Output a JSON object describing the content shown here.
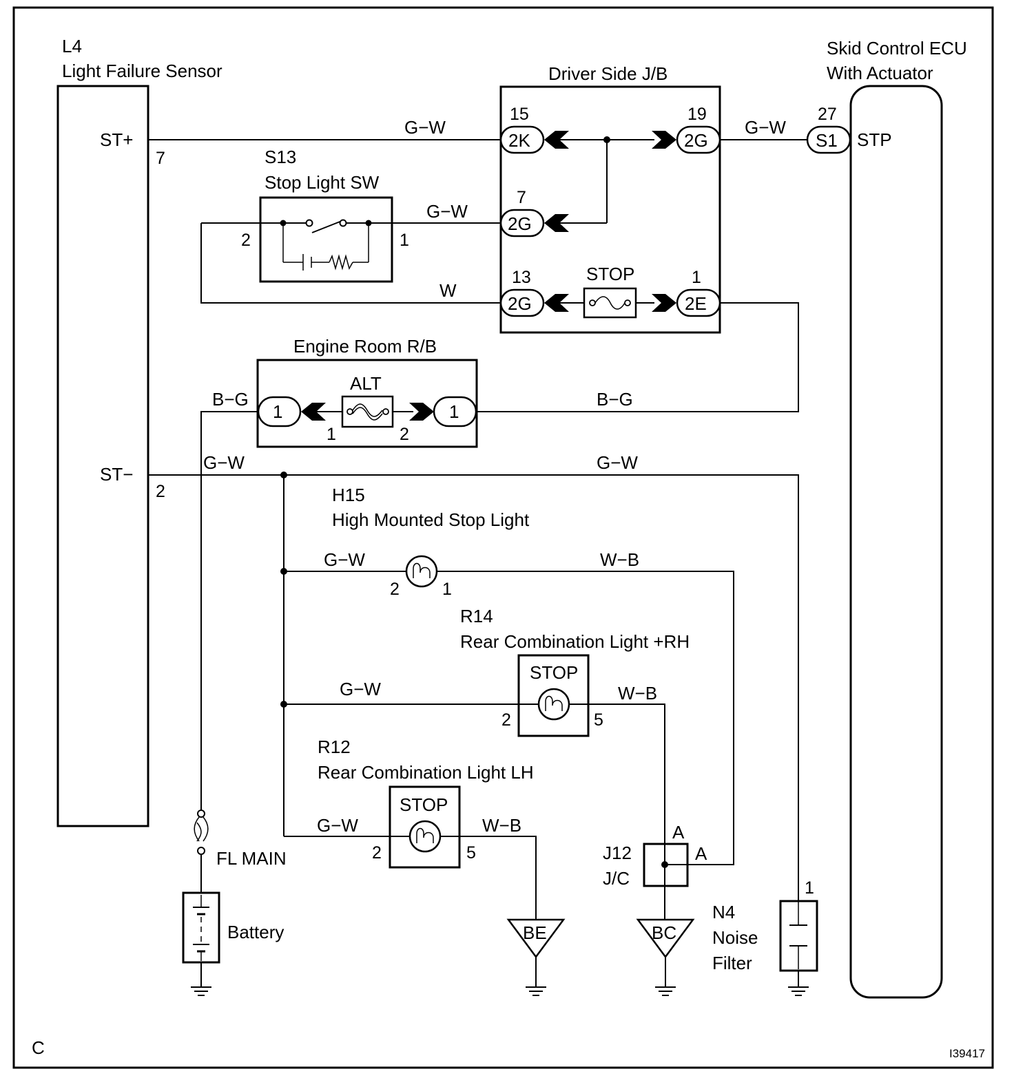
{
  "corner_left": "C",
  "corner_right": "I39417",
  "components": {
    "l4_code": "L4",
    "l4_name": "Light Failure Sensor",
    "l4_pin_st_plus": "ST+",
    "l4_pin_st_plus_num": "7",
    "l4_pin_st_minus": "ST−",
    "l4_pin_st_minus_num": "2",
    "jb_name": "Driver Side J/B",
    "ecu_name_line1": "Skid Control ECU",
    "ecu_name_line2": "With Actuator",
    "ecu_pin": "STP",
    "ecu_pin_num": "27",
    "ecu_connector": "S1",
    "s13_code": "S13",
    "s13_name": "Stop Light SW",
    "s13_pin_left": "2",
    "s13_pin_right": "1",
    "rb_name": "Engine Room R/B",
    "rb_fuse": "ALT",
    "rb_pin_left": "1",
    "rb_pin_right": "2",
    "rb_conn_left": "1",
    "rb_conn_right": "1",
    "jb_stop_fuse": "STOP",
    "h15_code": "H15",
    "h15_name": "High Mounted Stop Light",
    "h15_pin_left": "2",
    "h15_pin_right": "1",
    "r14_code": "R14",
    "r14_name": "Rear Combination Light +RH",
    "r14_inner": "STOP",
    "r14_pin_left": "2",
    "r14_pin_right": "5",
    "r12_code": "R12",
    "r12_name": "Rear Combination Light LH",
    "r12_inner": "STOP",
    "r12_pin_left": "2",
    "r12_pin_right": "5",
    "fl_main": "FL MAIN",
    "battery": "Battery",
    "j12_code": "J12",
    "j12_name": "J/C",
    "j12_pin_top": "A",
    "j12_pin_right": "A",
    "ground_be": "BE",
    "ground_bc": "BC",
    "n4_code": "N4",
    "n4_name_line1": "Noise",
    "n4_name_line2": "Filter",
    "n4_pin": "1"
  },
  "connectors": {
    "c2k": {
      "pin": "15",
      "label": "2K"
    },
    "c2g_top": {
      "pin": "19",
      "label": "2G"
    },
    "c2g_mid": {
      "pin": "7",
      "label": "2G"
    },
    "c2g_low": {
      "pin": "13",
      "label": "2G"
    },
    "c2e": {
      "pin": "1",
      "label": "2E"
    }
  },
  "wires": {
    "st_plus_to_2k": "G−W",
    "2g_to_s1": "G−W",
    "s13_to_2g": "G−W",
    "w_to_2g": "W",
    "bg_left": "B−G",
    "bg_right": "B−G",
    "st_minus_left": "G−W",
    "st_minus_right": "G−W",
    "h15_left": "G−W",
    "h15_right": "W−B",
    "r14_left": "G−W",
    "r14_right": "W−B",
    "r12_left": "G−W",
    "r12_right": "W−B"
  }
}
